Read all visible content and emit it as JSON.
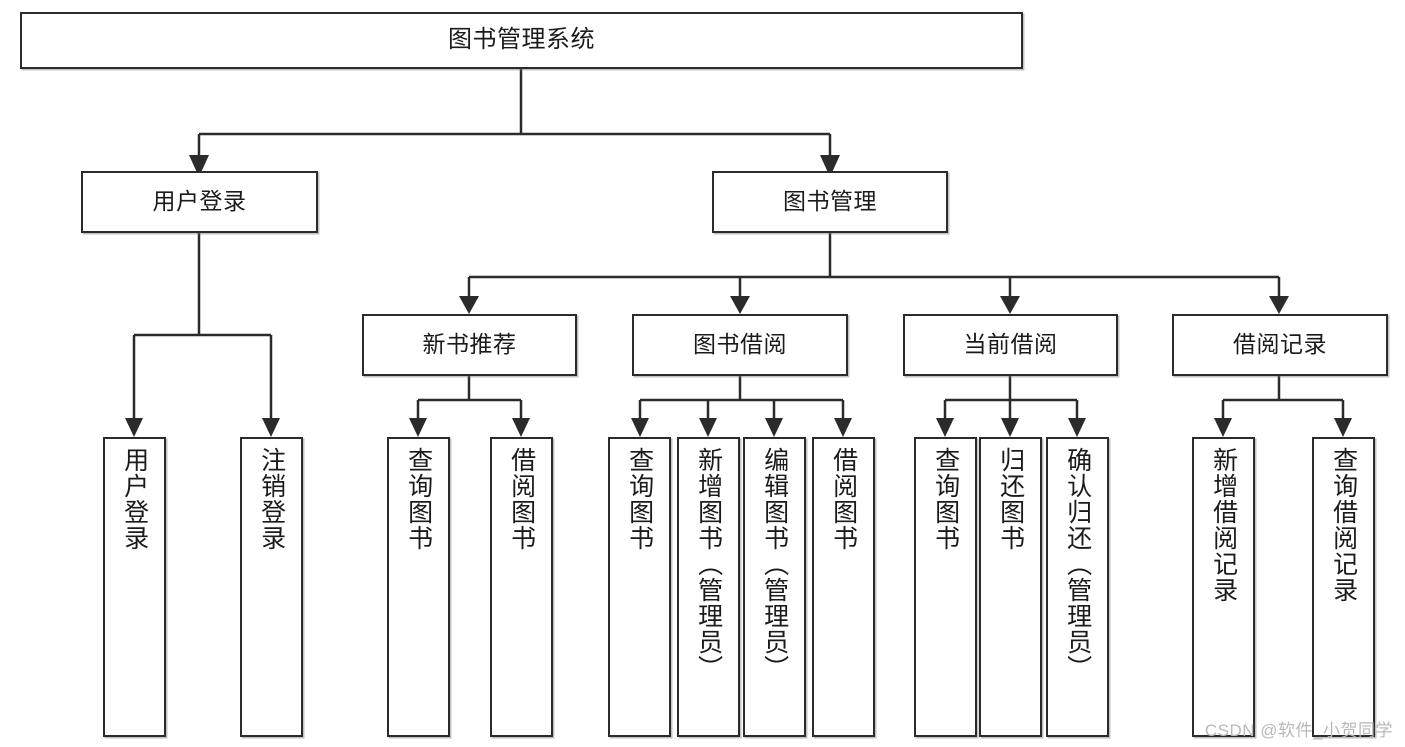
{
  "diagram": {
    "title": "图书管理系统",
    "watermark": "CSDN @软件_小贺同学",
    "line_color": "#2b2b2b",
    "box_fill": "#ffffff",
    "text_color": "#1b1b1b",
    "nodes": {
      "root": "图书管理系统",
      "user_login": "用户登录",
      "book_manage": "图书管理",
      "new_book_rec": "新书推荐",
      "book_borrow": "图书借阅",
      "current_borrow": "当前借阅",
      "borrow_record": "借阅记录",
      "leaf_user_login": "用户登录",
      "leaf_user_logout": "注销登录",
      "leaf_query_book_1": "查询图书",
      "leaf_borrow_book_1": "借阅图书",
      "leaf_query_book_2": "查询图书",
      "leaf_add_book_admin": "新增图书（管理员）",
      "leaf_edit_book_admin": "编辑图书（管理员）",
      "leaf_borrow_book_2": "借阅图书",
      "leaf_query_book_3": "查询图书",
      "leaf_return_book": "归还图书",
      "leaf_confirm_return_admin": "确认归还（管理员）",
      "leaf_add_record": "新增借阅记录",
      "leaf_query_record": "查询借阅记录"
    }
  }
}
